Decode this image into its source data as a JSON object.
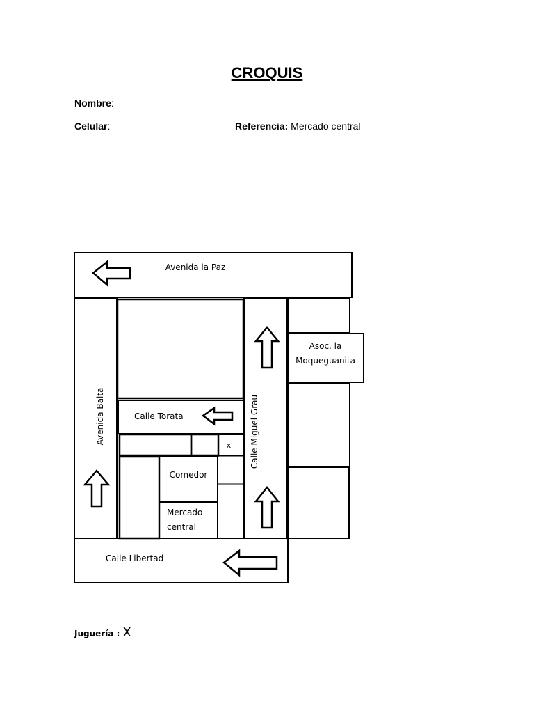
{
  "header": {
    "title": "CROQUIS",
    "nombre_label": "Nombre",
    "nombre_sep": ":",
    "celular_label": "Celular",
    "celular_sep": ":",
    "referencia_label": "Referencia:",
    "referencia_value": "Mercado central"
  },
  "map": {
    "streets": {
      "avenida_la_paz": "Avenida la Paz",
      "avenida_balta": "Avenida Balta",
      "calle_torata": "Calle Torata",
      "calle_miguel_grau": "Calle Miguel Grau",
      "calle_libertad": "Calle Libertad"
    },
    "places": {
      "asoc_line1": "Asoc. la",
      "asoc_line2": "Moqueguanita",
      "comedor": "Comedor",
      "mercado_line1": "Mercado",
      "mercado_line2": "central",
      "marker": "x"
    }
  },
  "footer": {
    "jugueria_label": "Juguería :",
    "jugueria_value": "X"
  }
}
